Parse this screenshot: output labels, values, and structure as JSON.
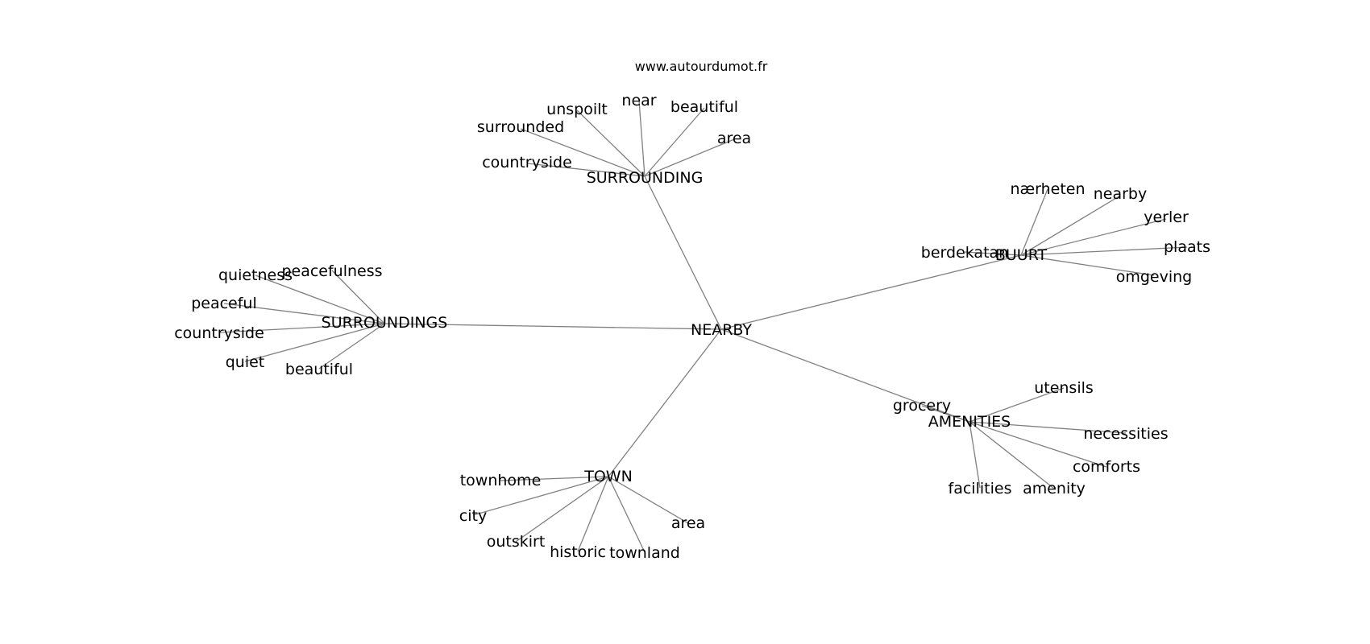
{
  "source": "www.autourdumot.fr",
  "graph": {
    "center": "NEARBY",
    "clusters": [
      {
        "hub": "SURROUNDING",
        "leaves": [
          "unspoilt",
          "near",
          "beautiful",
          "surrounded",
          "area",
          "countryside"
        ]
      },
      {
        "hub": "BUURT",
        "leaves": [
          "nærheten",
          "nearby",
          "yerler",
          "berdekatan",
          "plaats",
          "omgeving"
        ]
      },
      {
        "hub": "SURROUNDINGS",
        "leaves": [
          "quietness",
          "peacefulness",
          "peaceful",
          "countryside",
          "quiet",
          "beautiful"
        ]
      },
      {
        "hub": "AMENITIES",
        "leaves": [
          "utensils",
          "grocery",
          "necessities",
          "comforts",
          "facilities",
          "amenity"
        ]
      },
      {
        "hub": "TOWN",
        "leaves": [
          "townhome",
          "city",
          "outskirt",
          "historic",
          "townland",
          "area"
        ]
      }
    ]
  }
}
